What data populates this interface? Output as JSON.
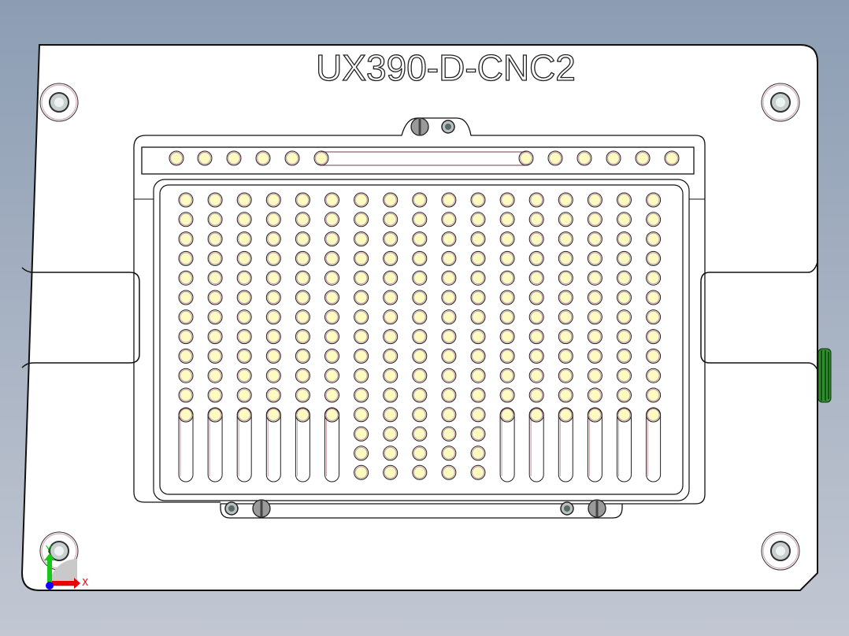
{
  "drawing": {
    "part_label": "UX390-D-CNC2",
    "colors": {
      "plate": "#ffffff",
      "pin": "#fdfbc0",
      "pin_ring": "#c9a0a8",
      "outline": "#111111",
      "background_top": "#8c9db3",
      "background_bottom": "#c2c7d2"
    }
  },
  "triad": {
    "x_label": "X",
    "y_label": "Y",
    "x_color": "#ff0000",
    "y_color": "#00cc00",
    "z_color": "#0000ff"
  }
}
